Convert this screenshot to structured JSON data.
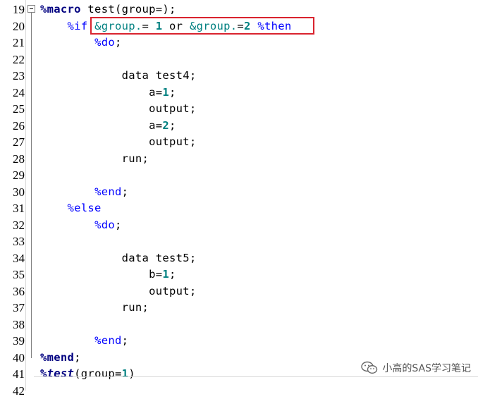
{
  "lines": [
    {
      "n": "19",
      "code": "%macro test(group=);"
    },
    {
      "n": "20",
      "code": "    %if &group.= 1 or &group.=2 %then"
    },
    {
      "n": "21",
      "code": "        %do;"
    },
    {
      "n": "22",
      "code": ""
    },
    {
      "n": "23",
      "code": "            data test4;"
    },
    {
      "n": "24",
      "code": "                a=1;"
    },
    {
      "n": "25",
      "code": "                output;"
    },
    {
      "n": "26",
      "code": "                a=2;"
    },
    {
      "n": "27",
      "code": "                output;"
    },
    {
      "n": "28",
      "code": "            run;"
    },
    {
      "n": "29",
      "code": ""
    },
    {
      "n": "30",
      "code": "        %end;"
    },
    {
      "n": "31",
      "code": "    %else"
    },
    {
      "n": "32",
      "code": "        %do;"
    },
    {
      "n": "33",
      "code": ""
    },
    {
      "n": "34",
      "code": "            data test5;"
    },
    {
      "n": "35",
      "code": "                b=1;"
    },
    {
      "n": "36",
      "code": "                output;"
    },
    {
      "n": "37",
      "code": "            run;"
    },
    {
      "n": "38",
      "code": ""
    },
    {
      "n": "39",
      "code": "        %end;"
    },
    {
      "n": "40",
      "code": "%mend;"
    },
    {
      "n": "41",
      "code": "%test(group=1)"
    },
    {
      "n": "42",
      "code": ""
    }
  ],
  "watermark": {
    "text": "小高的SAS学习笔记",
    "icon": "wechat-icon"
  },
  "colors": {
    "keyword": "#0000ff",
    "macro": "#000080",
    "variable": "#008080",
    "highlight": "#d9232e"
  }
}
